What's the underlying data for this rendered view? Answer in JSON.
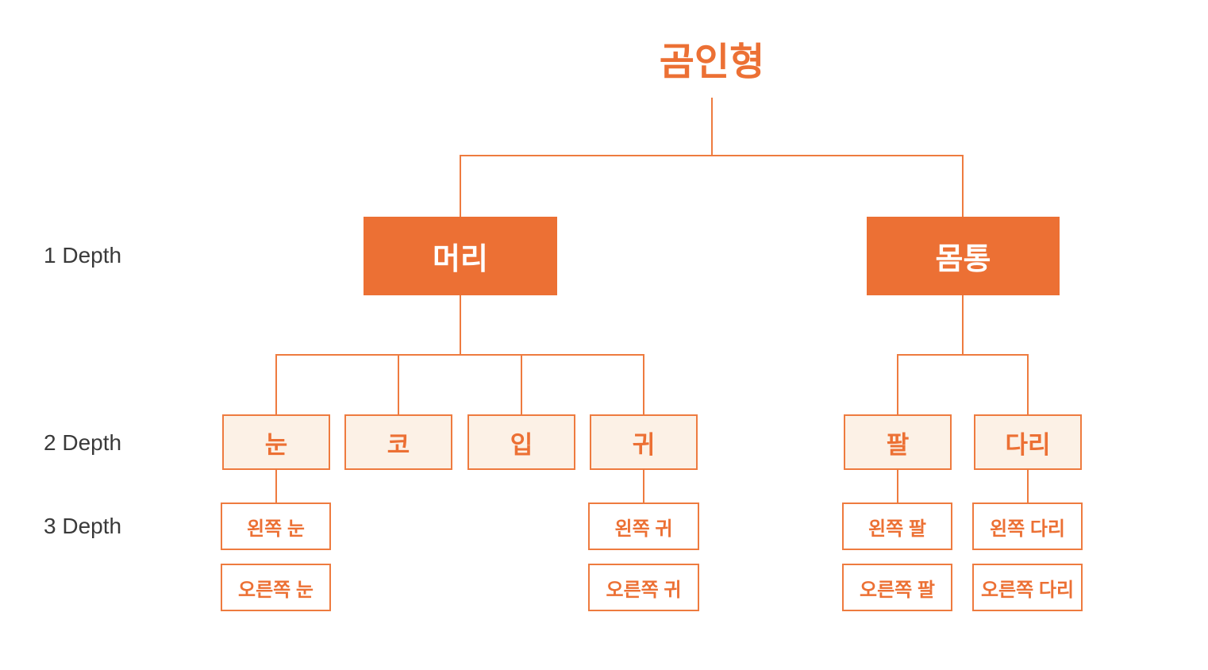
{
  "diagram": {
    "title": "곰인형",
    "depth_labels": [
      "1 Depth",
      "2 Depth",
      "3 Depth"
    ],
    "colors": {
      "primary_orange": "#ec7034",
      "line_orange": "#ee7b3f",
      "light_fill": "#fcf1e6",
      "node_text_white": "#ffffff",
      "depth_label_text": "#3a3a3a",
      "background": "#ffffff"
    },
    "nodes": {
      "head": {
        "label": "머리",
        "depth": 1
      },
      "body": {
        "label": "몸통",
        "depth": 1
      },
      "eye": {
        "label": "눈",
        "depth": 2
      },
      "nose": {
        "label": "코",
        "depth": 2
      },
      "mouth": {
        "label": "입",
        "depth": 2
      },
      "ear": {
        "label": "귀",
        "depth": 2
      },
      "arm": {
        "label": "팔",
        "depth": 2
      },
      "leg": {
        "label": "다리",
        "depth": 2
      },
      "left_eye": {
        "label": "왼쪽 눈",
        "depth": 3
      },
      "right_eye": {
        "label": "오른쪽 눈",
        "depth": 3
      },
      "left_ear": {
        "label": "왼쪽 귀",
        "depth": 3
      },
      "right_ear": {
        "label": "오른쪽 귀",
        "depth": 3
      },
      "left_arm": {
        "label": "왼쪽 팔",
        "depth": 3
      },
      "right_arm": {
        "label": "오른쪽 팔",
        "depth": 3
      },
      "left_leg": {
        "label": "왼쪽 다리",
        "depth": 3
      },
      "right_leg": {
        "label": "오른쪽 다리",
        "depth": 3
      }
    },
    "tree": {
      "root": "곰인형",
      "children": [
        {
          "label": "머리",
          "children": [
            {
              "label": "눈",
              "children": [
                "왼쪽 눈",
                "오른쪽 눈"
              ]
            },
            {
              "label": "코",
              "children": []
            },
            {
              "label": "입",
              "children": []
            },
            {
              "label": "귀",
              "children": [
                "왼쪽 귀",
                "오른쪽 귀"
              ]
            }
          ]
        },
        {
          "label": "몸통",
          "children": [
            {
              "label": "팔",
              "children": [
                "왼쪽 팔",
                "오른쪽 팔"
              ]
            },
            {
              "label": "다리",
              "children": [
                "왼쪽 다리",
                "오른쪽 다리"
              ]
            }
          ]
        }
      ]
    }
  }
}
